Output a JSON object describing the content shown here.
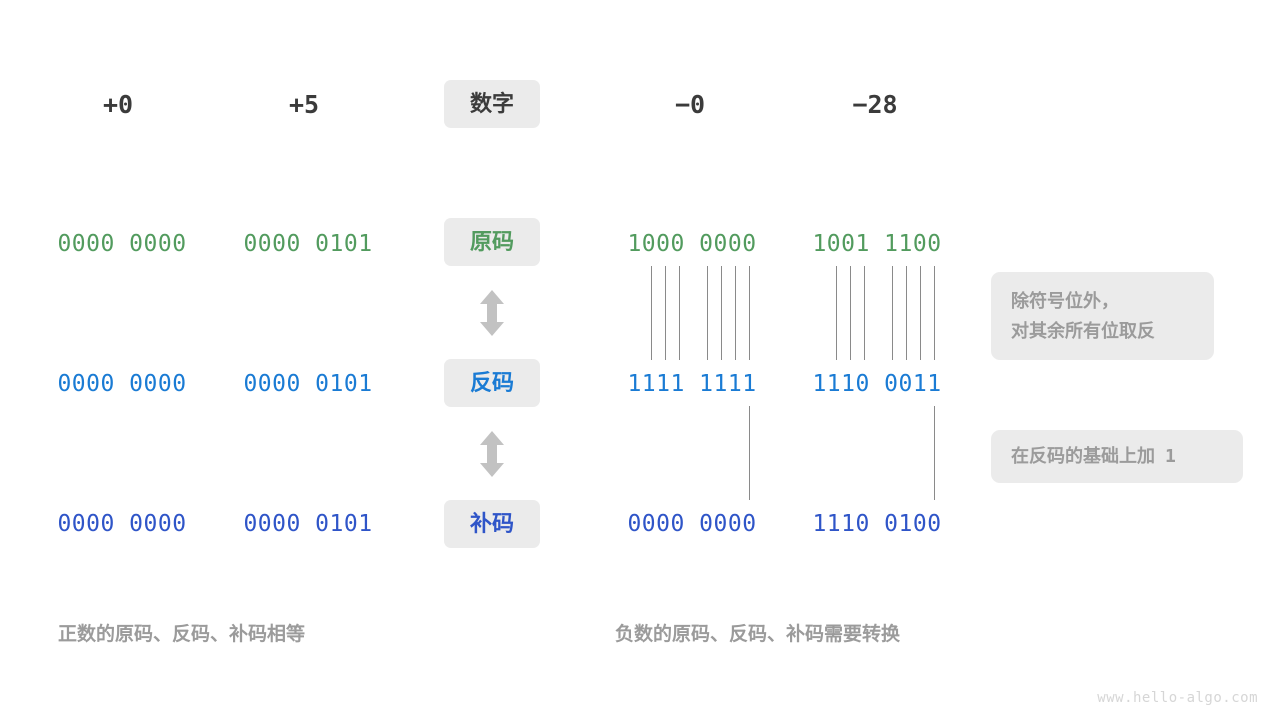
{
  "header": {
    "center_badge": "数字",
    "positive_numbers": [
      "+0",
      "+5"
    ],
    "negative_numbers": [
      "−0",
      "−28"
    ]
  },
  "rows": [
    {
      "label": "原码",
      "label_color": "#529b5e",
      "value_color": "#529b5e",
      "positive_values": [
        "0000 0000",
        "0000 0101"
      ],
      "negative_values": [
        "1000 0000",
        "1001 1100"
      ]
    },
    {
      "label": "反码",
      "label_color": "#1a7bd4",
      "value_color": "#1a7bd4",
      "positive_values": [
        "0000 0000",
        "0000 0101"
      ],
      "negative_values": [
        "1111 1111",
        "1110 0011"
      ]
    },
    {
      "label": "补码",
      "label_color": "#2f55c8",
      "value_color": "#2f55c8",
      "positive_values": [
        "0000 0000",
        "0000 0101"
      ],
      "negative_values": [
        "0000 0000",
        "1110 0100"
      ]
    }
  ],
  "annotations": {
    "invert": {
      "line1": "除符号位外，",
      "line2": "对其余所有位取反"
    },
    "add_one": {
      "text": "在反码的基础上加",
      "value": "1"
    }
  },
  "captions": {
    "positive": "正数的原码、反码、补码相等",
    "negative": "负数的原码、反码、补码需要转换"
  },
  "watermark": "www.hello-algo.com",
  "colors": {
    "badge_bg": "#ebebeb",
    "green": "#529b5e",
    "blue": "#1a7bd4",
    "dark_blue": "#2f55c8",
    "gray_text": "#9b9b9b",
    "connector": "#8a8a8a",
    "arrow": "#c2c2c2"
  }
}
